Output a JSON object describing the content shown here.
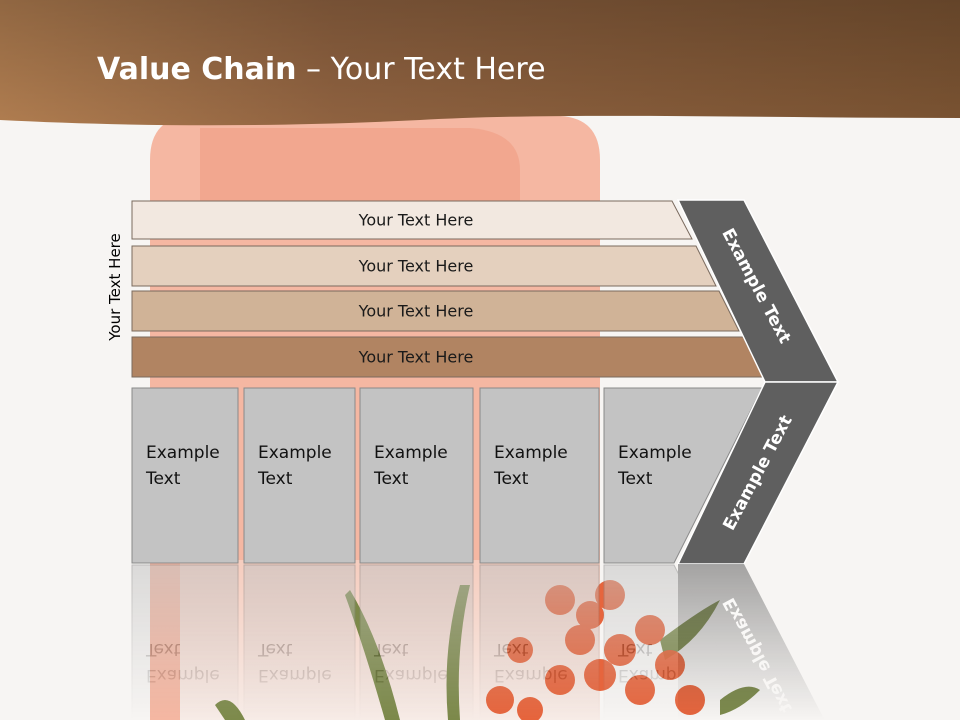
{
  "slide": {
    "title_bold": "Value Chain",
    "title_rest": " – Your Text Here",
    "side_label": "Your Text Here",
    "rows": [
      {
        "label": "Your Text Here",
        "color": "#f2e8e0"
      },
      {
        "label": "Your Text Here",
        "color": "#e4d0be"
      },
      {
        "label": "Your Text Here",
        "color": "#d0b397"
      },
      {
        "label": "Your Text Here",
        "color": "#b18462"
      }
    ],
    "columns": [
      {
        "line1": "Example",
        "line2": "Text"
      },
      {
        "line1": "Example",
        "line2": "Text"
      },
      {
        "line1": "Example",
        "line2": "Text"
      },
      {
        "line1": "Example",
        "line2": "Text"
      },
      {
        "line1": "Example",
        "line2": "Text"
      }
    ],
    "chevron_top": "Example Text",
    "chevron_bottom": "Example Text",
    "colors": {
      "header_brown": "#8f6038",
      "chevron_gray": "#5f5f5f",
      "column_gray": "#c3c3c3",
      "bottle_peach": "#f3a48c",
      "berry_orange": "#e5562a"
    }
  }
}
